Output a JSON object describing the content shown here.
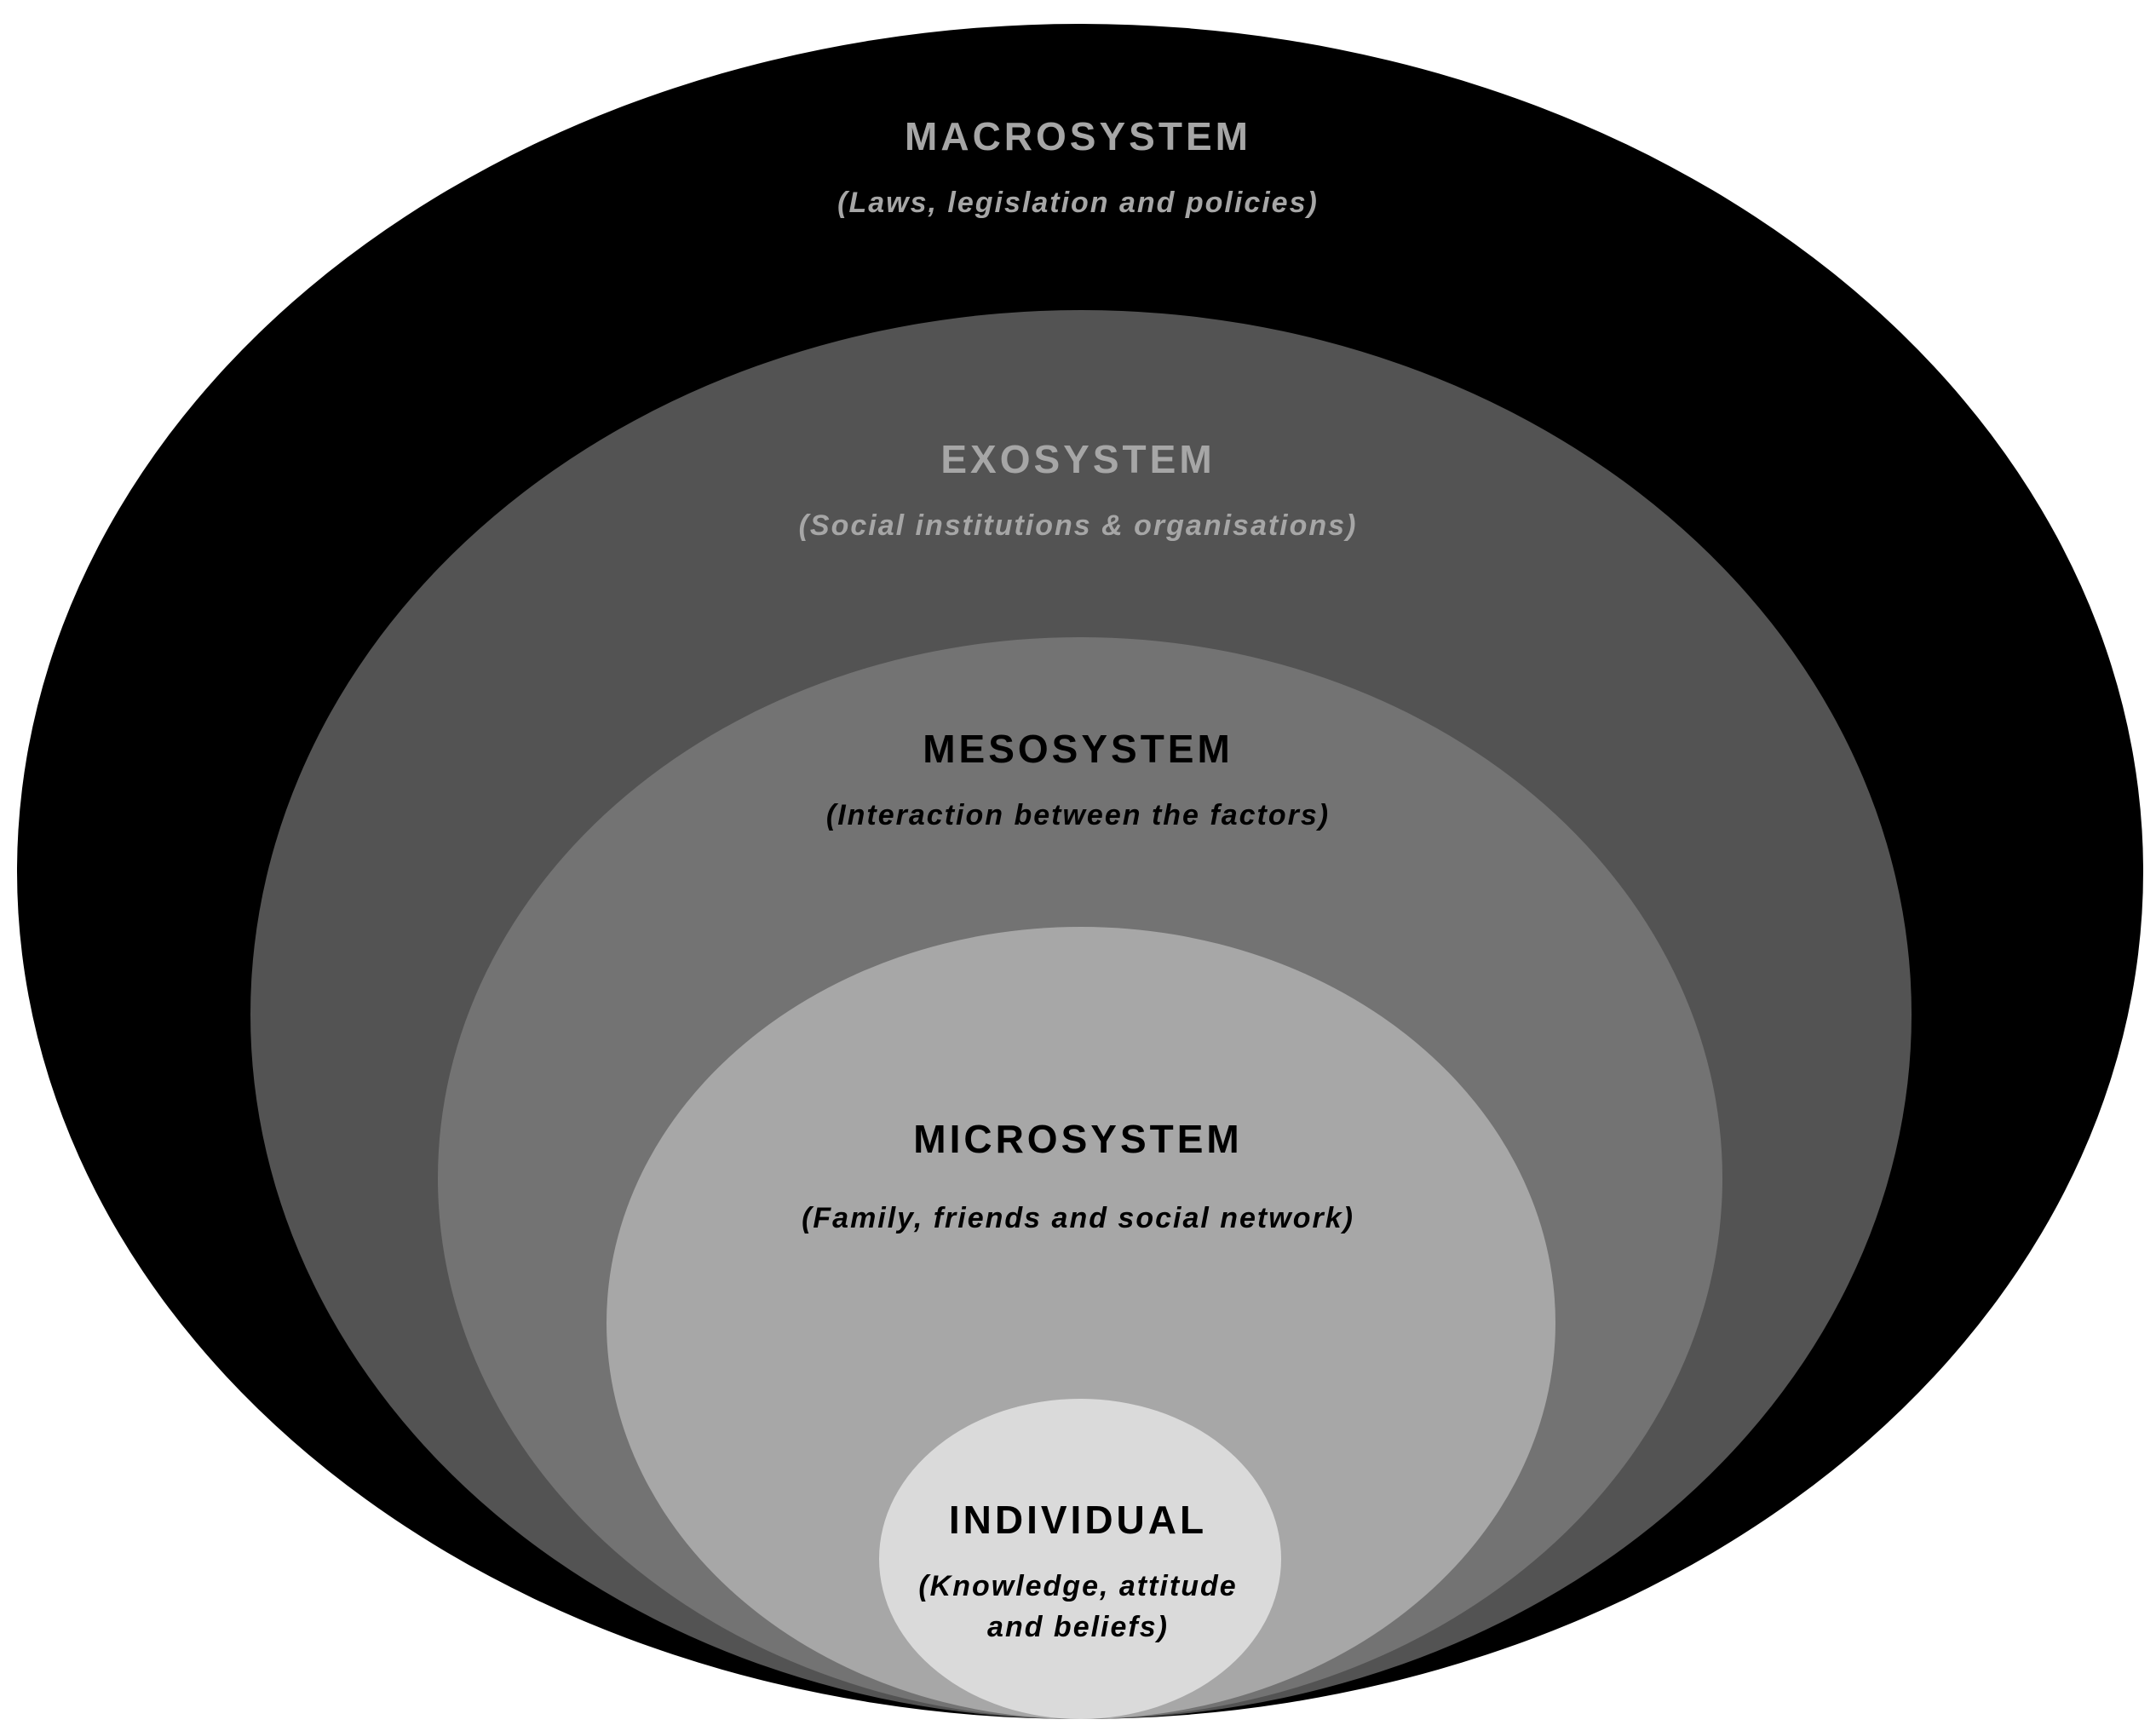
{
  "layers": {
    "macrosystem": {
      "title": "MACROSYSTEM",
      "subtitle": "(Laws, legislation and policies)",
      "fill": "#000000",
      "text_color": "#a6a6a6"
    },
    "exosystem": {
      "title": "EXOSYSTEM",
      "subtitle": "(Social institutions & organisations)",
      "fill": "#535353",
      "text_color": "#a6a6a6"
    },
    "mesosystem": {
      "title": "MESOSYSTEM",
      "subtitle": "(Interaction between the factors)",
      "fill": "#737373",
      "text_color": "#000000"
    },
    "microsystem": {
      "title": "MICROSYSTEM",
      "subtitle": "(Family, friends and social network)",
      "fill": "#a7a7a7",
      "text_color": "#000000"
    },
    "individual": {
      "title": "INDIVIDUAL",
      "subtitle": "(Knowledge, attitude\nand beliefs)",
      "fill": "#dadada",
      "text_color": "#000000"
    }
  }
}
